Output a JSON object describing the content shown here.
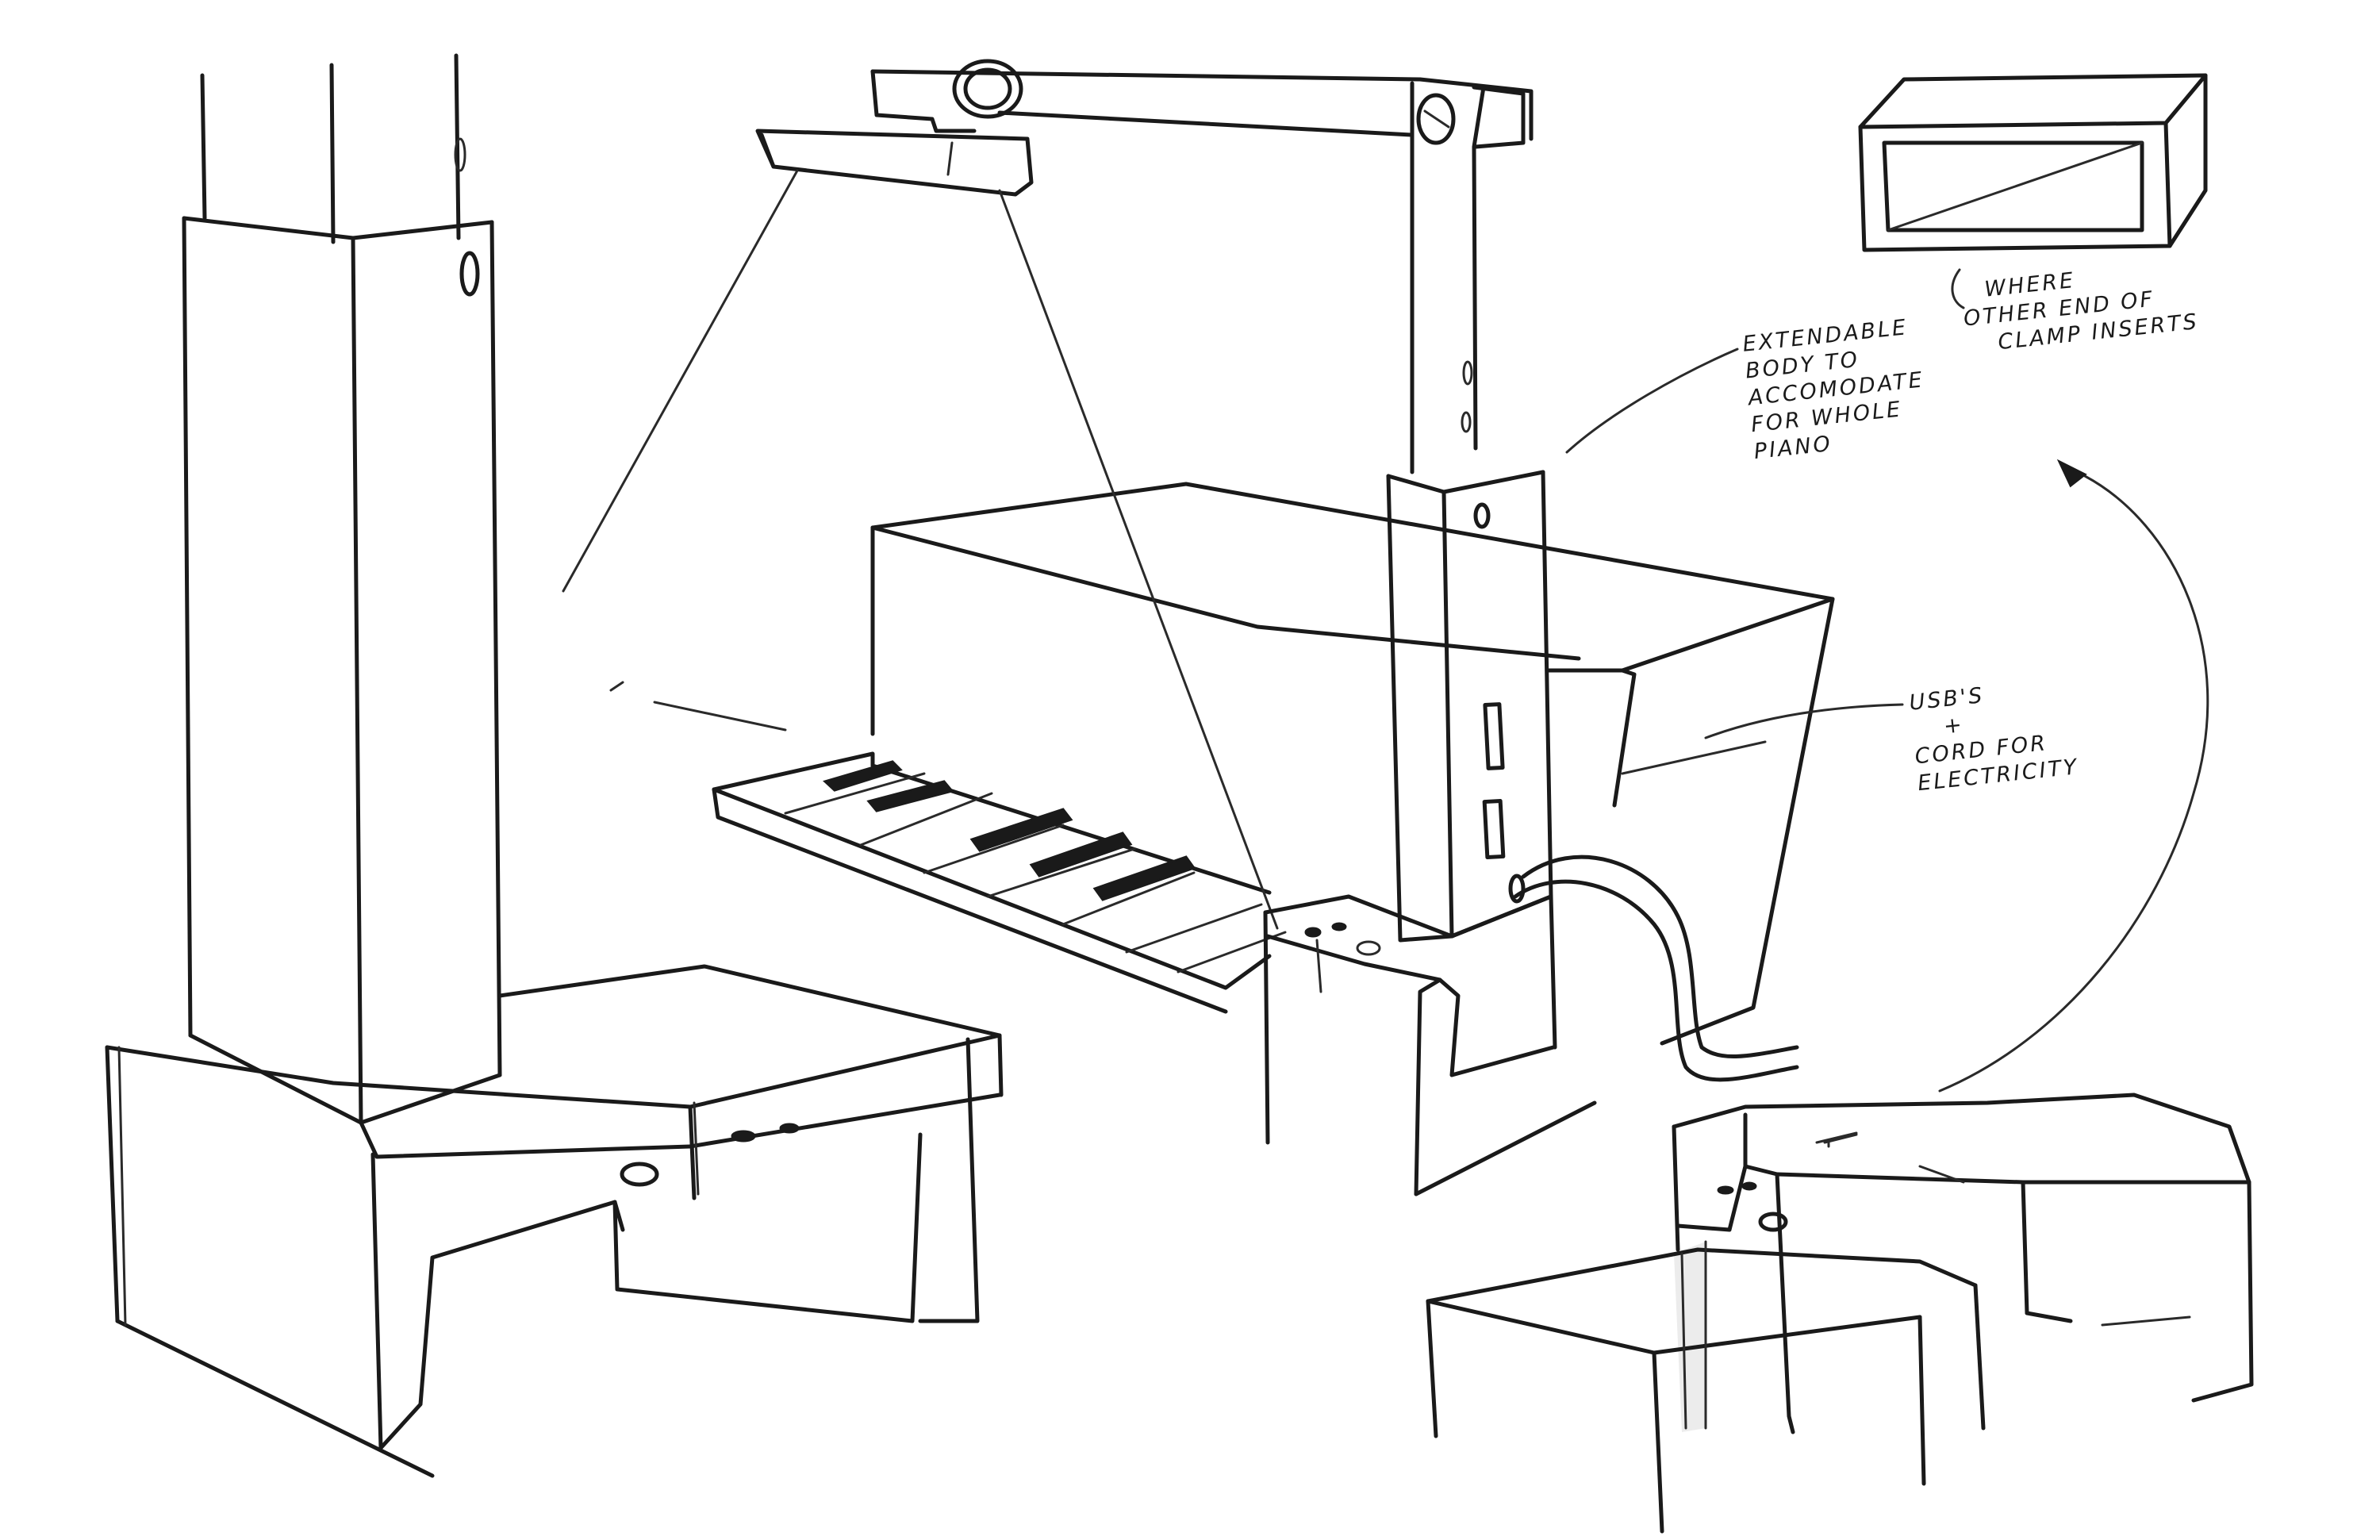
{
  "annotations": {
    "extendable_body": {
      "lines": [
        "Extendable",
        "Body to",
        "Accomodate",
        "for whole",
        "piano"
      ]
    },
    "usb_cord": {
      "lines": [
        "USB's",
        "+",
        "Cord for",
        "Electricity"
      ]
    },
    "clamp_insert": {
      "lines": [
        "Where",
        "other end of",
        "clamp inserts"
      ]
    }
  },
  "colors": {
    "ink": "#1a1a1a",
    "paper": "#ffffff"
  }
}
